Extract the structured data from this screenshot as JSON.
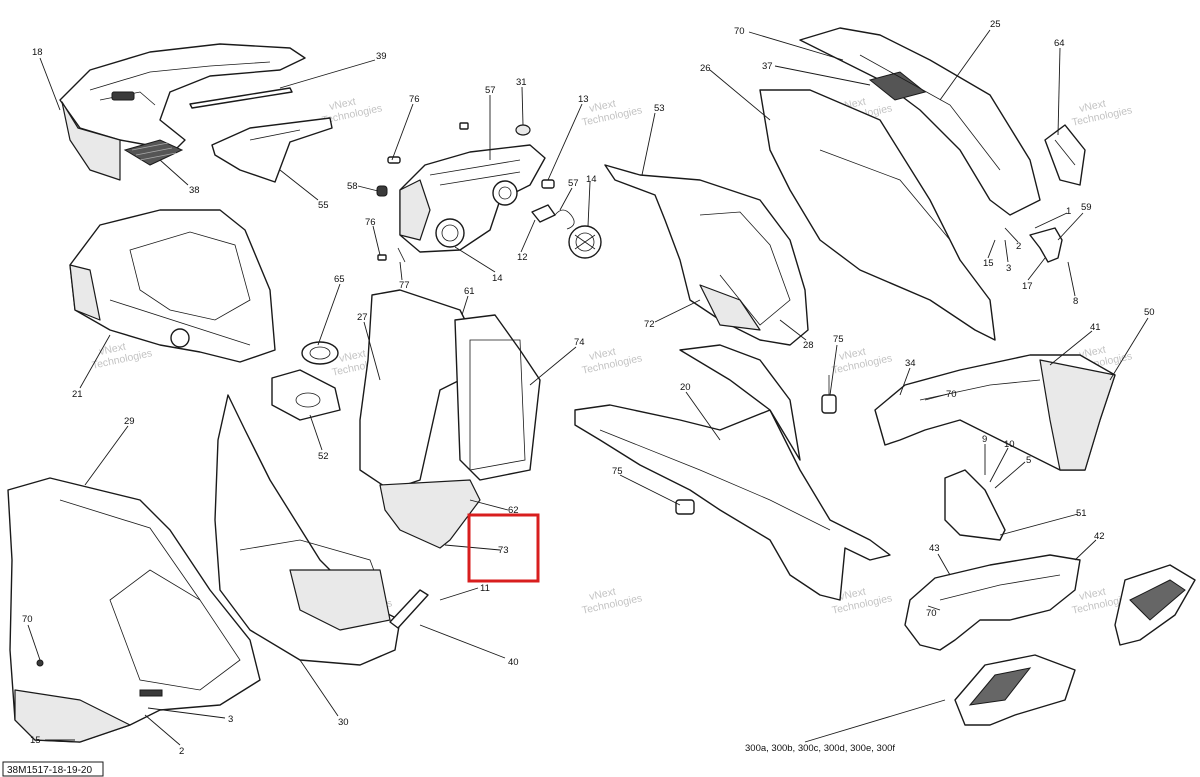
{
  "diagram_ref": "38M1517-18-19-20",
  "watermark_lines": [
    "vNext",
    "Technologies"
  ],
  "highlight_color": "#d81e1e",
  "callouts": [
    {
      "id": "c18",
      "label": "18"
    },
    {
      "id": "c39",
      "label": "39"
    },
    {
      "id": "c38",
      "label": "38"
    },
    {
      "id": "c55",
      "label": "55"
    },
    {
      "id": "c76a",
      "label": "76"
    },
    {
      "id": "c57a",
      "label": "57"
    },
    {
      "id": "c31",
      "label": "31"
    },
    {
      "id": "c13",
      "label": "13"
    },
    {
      "id": "c53",
      "label": "53"
    },
    {
      "id": "c58",
      "label": "58"
    },
    {
      "id": "c57b",
      "label": "57"
    },
    {
      "id": "c14a",
      "label": "14"
    },
    {
      "id": "c76b",
      "label": "76"
    },
    {
      "id": "c12",
      "label": "12"
    },
    {
      "id": "c14b",
      "label": "14"
    },
    {
      "id": "c77",
      "label": "77"
    },
    {
      "id": "c70a",
      "label": "70"
    },
    {
      "id": "c25",
      "label": "25"
    },
    {
      "id": "c64",
      "label": "64"
    },
    {
      "id": "c37",
      "label": "37"
    },
    {
      "id": "c26",
      "label": "26"
    },
    {
      "id": "c1",
      "label": "1"
    },
    {
      "id": "c59",
      "label": "59"
    },
    {
      "id": "c2a",
      "label": "2"
    },
    {
      "id": "c15a",
      "label": "15"
    },
    {
      "id": "c3a",
      "label": "3"
    },
    {
      "id": "c17",
      "label": "17"
    },
    {
      "id": "c8",
      "label": "8"
    },
    {
      "id": "c21",
      "label": "21"
    },
    {
      "id": "c65",
      "label": "65"
    },
    {
      "id": "c27",
      "label": "27"
    },
    {
      "id": "c61",
      "label": "61"
    },
    {
      "id": "c72",
      "label": "72"
    },
    {
      "id": "c28",
      "label": "28"
    },
    {
      "id": "c74",
      "label": "74"
    },
    {
      "id": "c75a",
      "label": "75"
    },
    {
      "id": "c41",
      "label": "41"
    },
    {
      "id": "c50",
      "label": "50"
    },
    {
      "id": "c52",
      "label": "52"
    },
    {
      "id": "c34",
      "label": "34"
    },
    {
      "id": "c70b",
      "label": "70"
    },
    {
      "id": "c20",
      "label": "20"
    },
    {
      "id": "c29",
      "label": "29"
    },
    {
      "id": "c9",
      "label": "9"
    },
    {
      "id": "c10",
      "label": "10"
    },
    {
      "id": "c5",
      "label": "5"
    },
    {
      "id": "c75b",
      "label": "75"
    },
    {
      "id": "c62",
      "label": "62"
    },
    {
      "id": "c73",
      "label": "73"
    },
    {
      "id": "c51",
      "label": "51"
    },
    {
      "id": "c43",
      "label": "43"
    },
    {
      "id": "c42",
      "label": "42"
    },
    {
      "id": "c11",
      "label": "11"
    },
    {
      "id": "c70c",
      "label": "70"
    },
    {
      "id": "c70d",
      "label": "70"
    },
    {
      "id": "c40",
      "label": "40"
    },
    {
      "id": "c3b",
      "label": "3"
    },
    {
      "id": "c30",
      "label": "30"
    },
    {
      "id": "c15b",
      "label": "15"
    },
    {
      "id": "c2b",
      "label": "2"
    },
    {
      "id": "c300",
      "label": "300a, 300b, 300c, 300d, 300e, 300f"
    }
  ]
}
